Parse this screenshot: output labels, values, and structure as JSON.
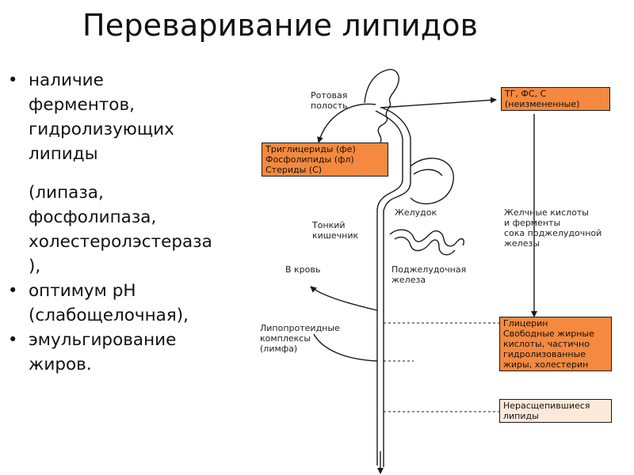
{
  "slide": {
    "title": "Переваривание липидов"
  },
  "bullets": [
    {
      "marker": "•",
      "text": " наличие\nферментов,\nгидролизующих\nлипиды"
    },
    {
      "marker": "",
      "text": "                   (липаза,\nфосфолипаза,\nхолестеролэстераза\n),"
    },
    {
      "marker": "•",
      "text": " оптимум pH\n(слабощелочная),"
    },
    {
      "marker": "•",
      "text": " эмульгирование\nжиров."
    }
  ],
  "diagram": {
    "labels": {
      "oral_cavity": "Ротовая\nполость",
      "stomach": "Желудок",
      "small_intestine": "Тонкий\nкишечник",
      "pancreas": "Поджелудочная\nжелеза",
      "to_blood": "В кровь",
      "lipoproteins": "Липопротеидные\nкомплексы\n(лимфа)",
      "bile_acids": "Желчные кислоты\nи ферменты\nсока поджелудочной\nжелезы"
    },
    "boxes": {
      "dietary_lipids": "Триглицериды (фе)\nФосфолипиды (фл)\nСтериды (С)",
      "unchanged": "ТГ, ФС, С\n(неизмененные)",
      "products": "Глицерин\nСвободные жирные\nкислоты, частично\nгидролизованные\nжиры, холестерин",
      "undigested": "Нерасщепившиеся\nлипиды"
    },
    "colors": {
      "box_orange": "#f4893f",
      "box_pale": "#fde9da",
      "line": "#1a1a1a"
    }
  }
}
